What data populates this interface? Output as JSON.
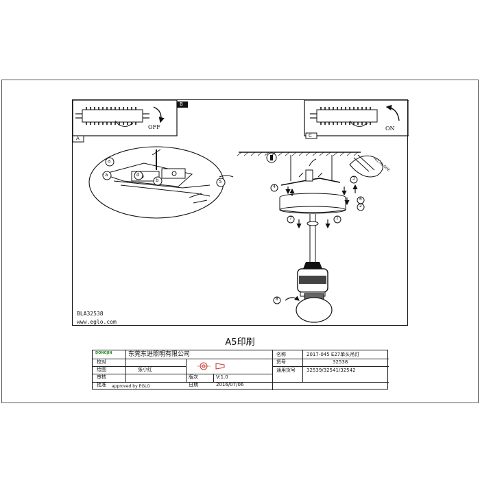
{
  "labels": {
    "off": "OFF",
    "on": "ON",
    "panel_a": "A",
    "panel_b": "B",
    "panel_c": "C",
    "callout_a": "a",
    "callout_b": "b",
    "callout_d": "d",
    "step_1": "1",
    "step_2": "2",
    "step_3": "3",
    "step_4": "4",
    "step_5": "5",
    "step_6": "6",
    "step_7": "7",
    "step_8": "8",
    "cable_note": "ALL-IN-ONE",
    "model_code": "BLA32538",
    "website": "www.eglo.com"
  },
  "print_title": "A5印刷",
  "title_block": {
    "company": "东莞东进照明有限公司",
    "logo_text": "DONGJIN",
    "rows_left": [
      "校对",
      "绘图",
      "审核",
      "批准"
    ],
    "drafter": "张小红",
    "version_label": "版次",
    "version_value": "V:1.0",
    "date_label": "日期",
    "date_value": "2016/07/06",
    "approved": "approved by EGLO",
    "name_label": "名称",
    "name_value": "2017-045 E27单头吊灯",
    "item_label": "货号",
    "item_value": "32538",
    "applies_label": "通用货号",
    "applies_value": "32539/32541/32542"
  }
}
